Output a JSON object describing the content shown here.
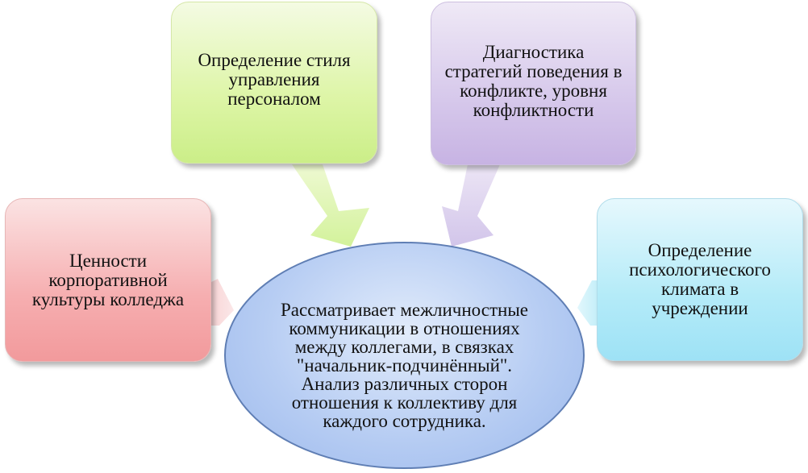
{
  "diagram": {
    "center": {
      "text": "Рассматривает межличностные коммуникации в отношениях между коллегами, в связках \"начальник-подчинённый\". Анализ различных сторон отношения к коллективу для каждого сотрудника."
    },
    "nodes": [
      {
        "text": "Ценности корпоративной культуры колледжа",
        "color": "#f6aeb0"
      },
      {
        "text": "Определение стиля управления персоналом",
        "color": "#ddf5a6"
      },
      {
        "text": "Диагностика стратегий поведения в конфликте, уровня конфликтности",
        "color": "#d6c8eb"
      },
      {
        "text": "Определение психологического климата в учреждении",
        "color": "#b4ebf8"
      }
    ],
    "center_color": "#b7cdf3",
    "center_border_color": "#5f7eb4"
  }
}
